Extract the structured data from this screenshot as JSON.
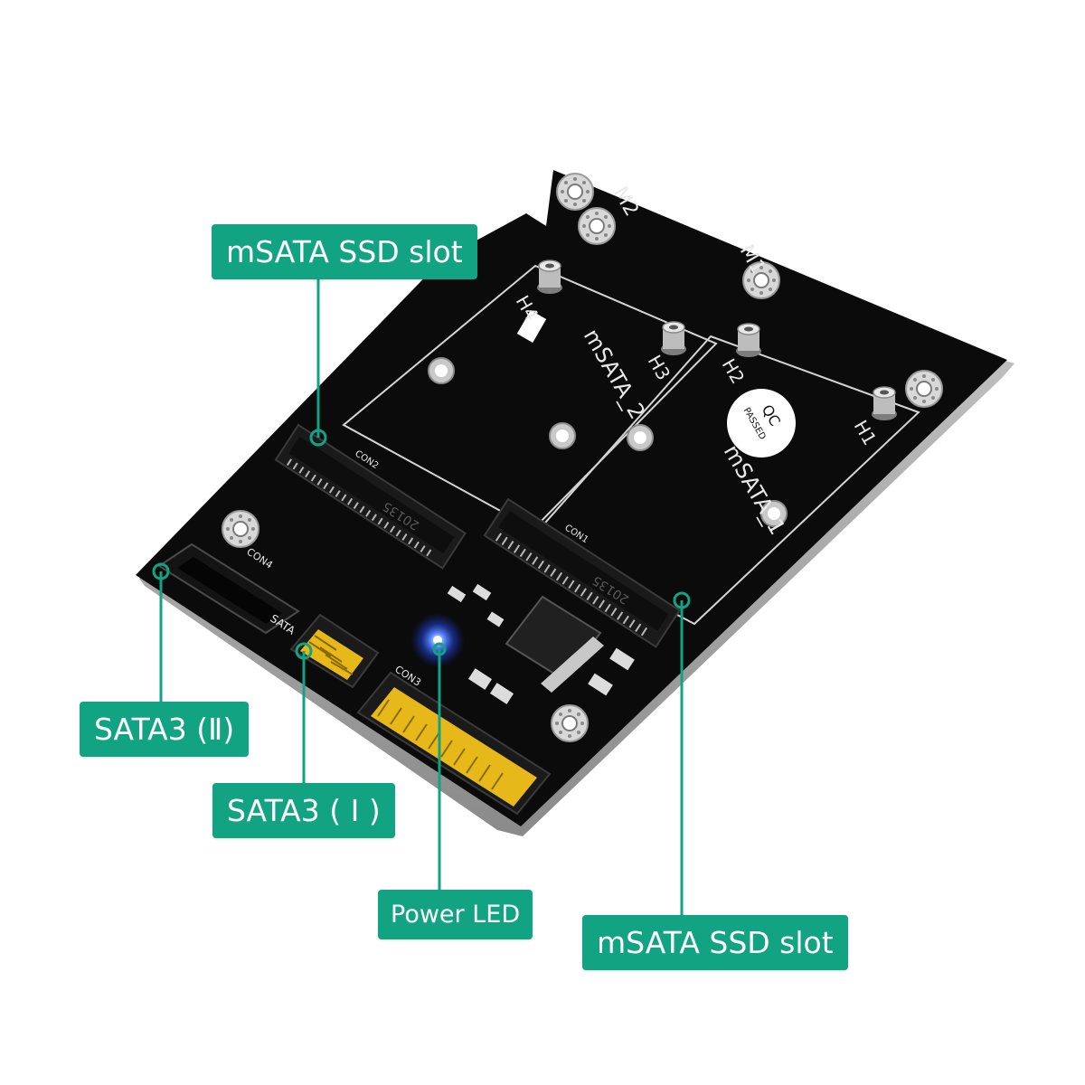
{
  "callouts": {
    "msata_top": "mSATA SSD slot",
    "sata3_ii": "SATA3 (Ⅱ)",
    "sata3_i": "SATA3 ( Ⅰ )",
    "power_led": "Power LED",
    "msata_bottom": "mSATA SSD slot"
  },
  "silkscreen": {
    "m2": "M2",
    "m1": "M1",
    "h1": "H1",
    "h2": "H2",
    "h3": "H3",
    "h4": "H4",
    "msata_1": "mSATA_1",
    "msata_2": "mSATA_2",
    "qc": "QC",
    "passed": "PASSED",
    "con1": "CON1",
    "con2": "CON2",
    "con3": "CON3",
    "con4": "CON4",
    "sata": "SATA",
    "date_code_1": "20135",
    "date_code_2": "20135"
  },
  "colors": {
    "callout_bg": "#12a383",
    "board": "#0b0b0b",
    "led": "#2f6bff",
    "gold": "#e6b81a"
  }
}
